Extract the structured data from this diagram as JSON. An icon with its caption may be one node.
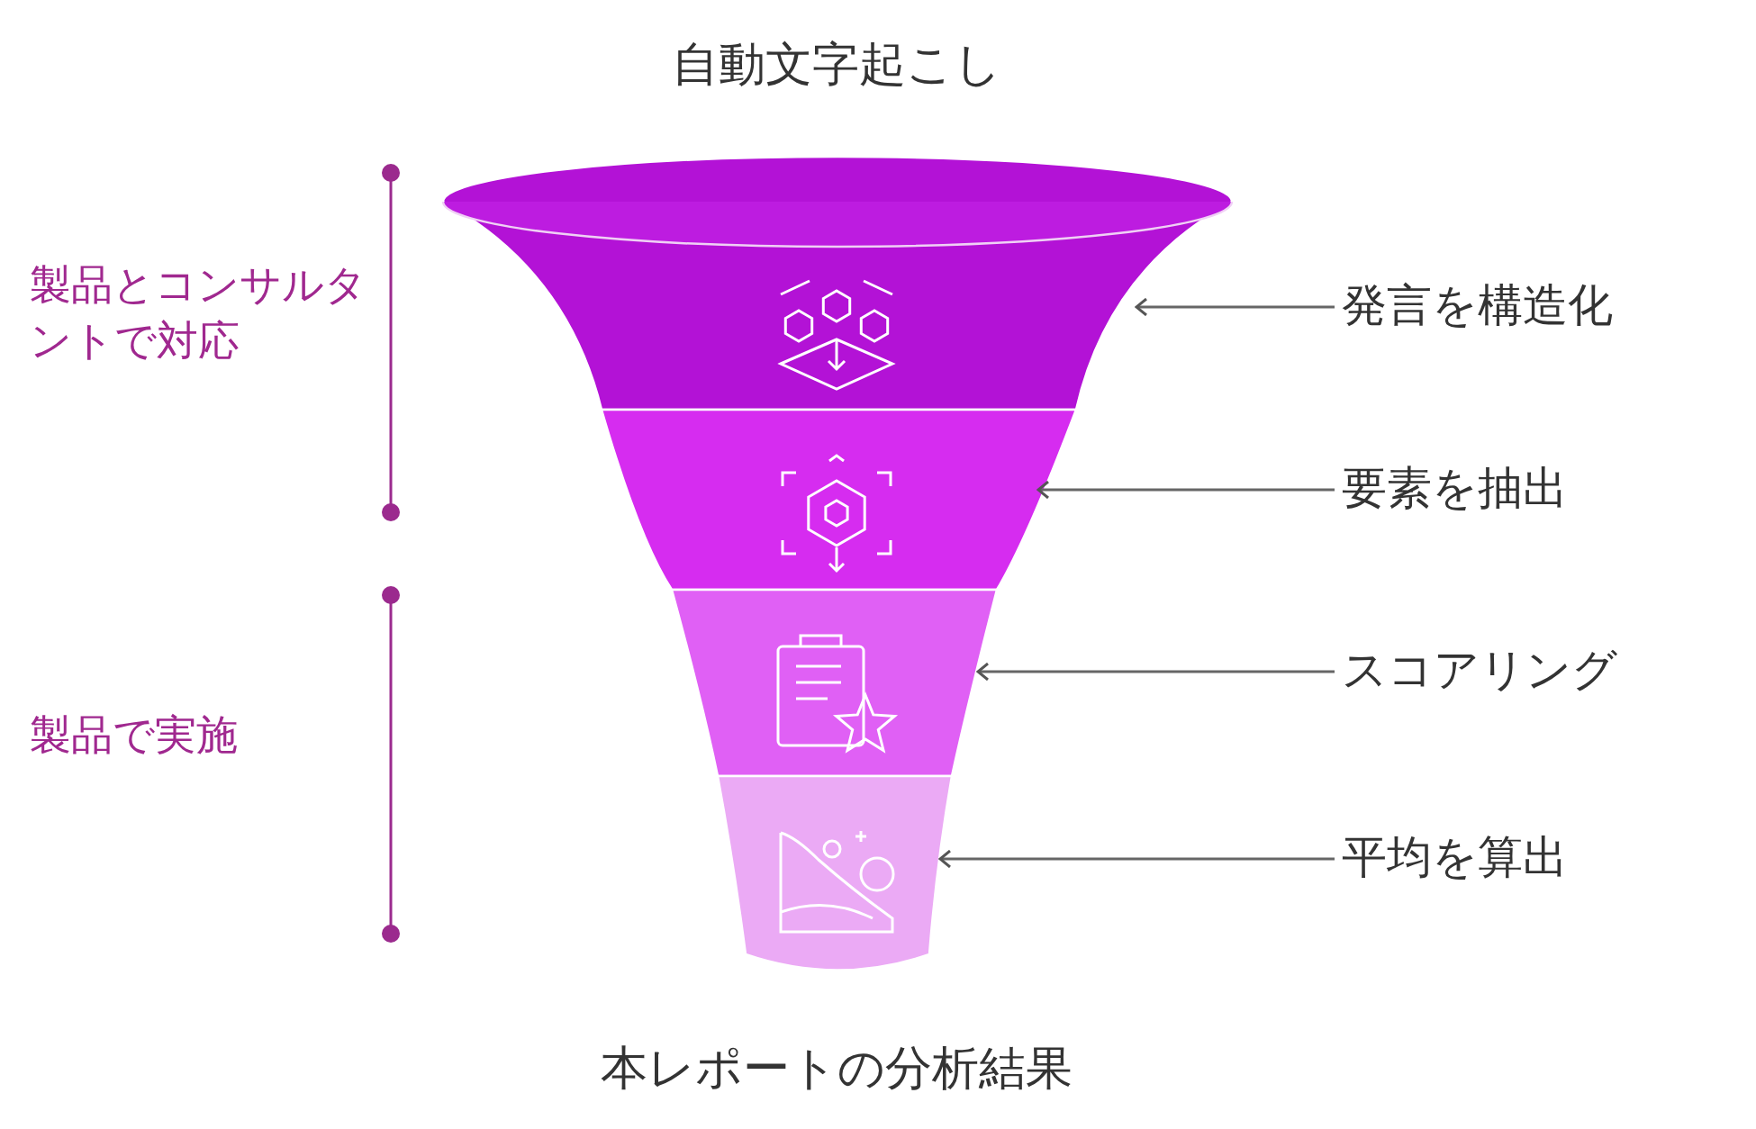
{
  "diagram": {
    "title": "自動文字起こし",
    "caption": "本レポートの分析結果",
    "nodes": [
      {
        "text": [],
        "shape": "band"
      },
      {
        "text": [],
        "shape": "band"
      },
      {
        "text": [],
        "shape": "band"
      },
      {
        "text": [],
        "shape": "band"
      },
      {
        "text": [
          "発言を構造化"
        ]
      },
      {
        "text": [
          "要素を抽出"
        ]
      },
      {
        "text": [
          "スコアリング"
        ]
      },
      {
        "text": [
          "平均を算出"
        ]
      }
    ],
    "edges": [
      {
        "from": 4,
        "to": 0,
        "arrow": "to"
      },
      {
        "from": 5,
        "to": 1,
        "arrow": "to"
      },
      {
        "from": 6,
        "to": 2,
        "arrow": "to"
      },
      {
        "from": 7,
        "to": 3,
        "arrow": "to"
      }
    ],
    "labels": [
      "製品とコンサルタントで対応",
      "製品で実施"
    ]
  }
}
